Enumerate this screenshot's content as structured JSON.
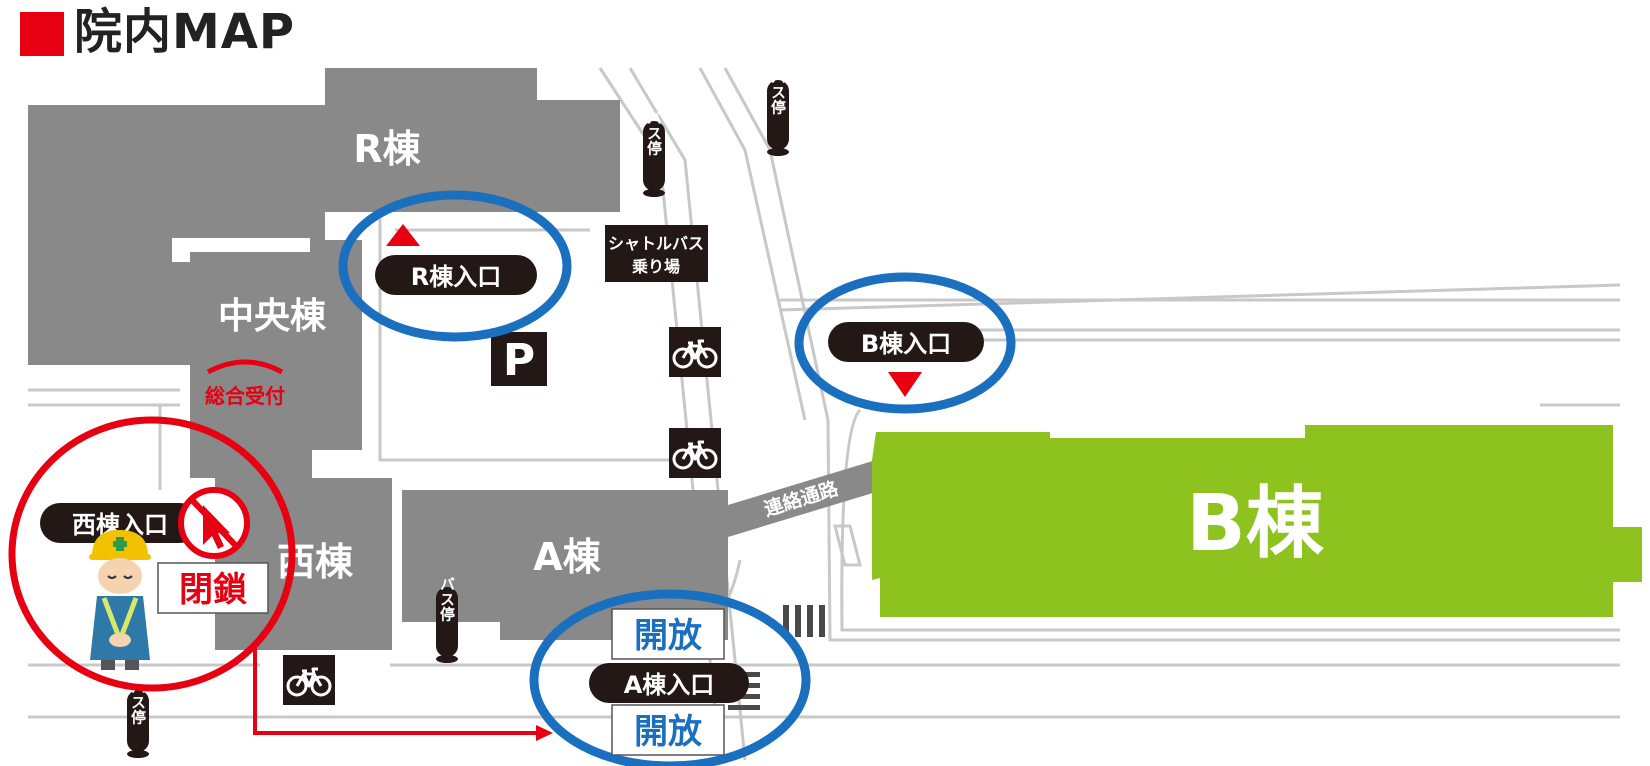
{
  "title": "院内MAP",
  "colors": {
    "title_marker": "#e60012",
    "building_gray": "#898989",
    "building_b": "#8ec21f",
    "closed_red": "#e60012",
    "open_blue": "#1a6fbf",
    "road_line": "#c8c8c8",
    "label_black": "#231815"
  },
  "buildings": {
    "r": "R棟",
    "chuo": "中央棟",
    "nishi": "西棟",
    "a": "A棟",
    "b": "B棟"
  },
  "entrances": {
    "r": "R棟入口",
    "b": "B棟入口",
    "a": "A棟入口",
    "nishi": "西棟入口"
  },
  "labels": {
    "reception": "総合受付",
    "closed": "閉鎖",
    "open_top": "開放",
    "open_bottom": "開放",
    "corridor": "連絡通路",
    "shuttle_line1": "シャトルバス",
    "shuttle_line2": "乗り場",
    "parking": "P"
  },
  "bus_stops": [
    "バス停",
    "バス停",
    "バス停",
    "バス停"
  ],
  "icons": [
    "bicycle-icon",
    "parking-icon",
    "bus-stop-icon",
    "no-entry-icon",
    "staff-bowing-illustration"
  ]
}
